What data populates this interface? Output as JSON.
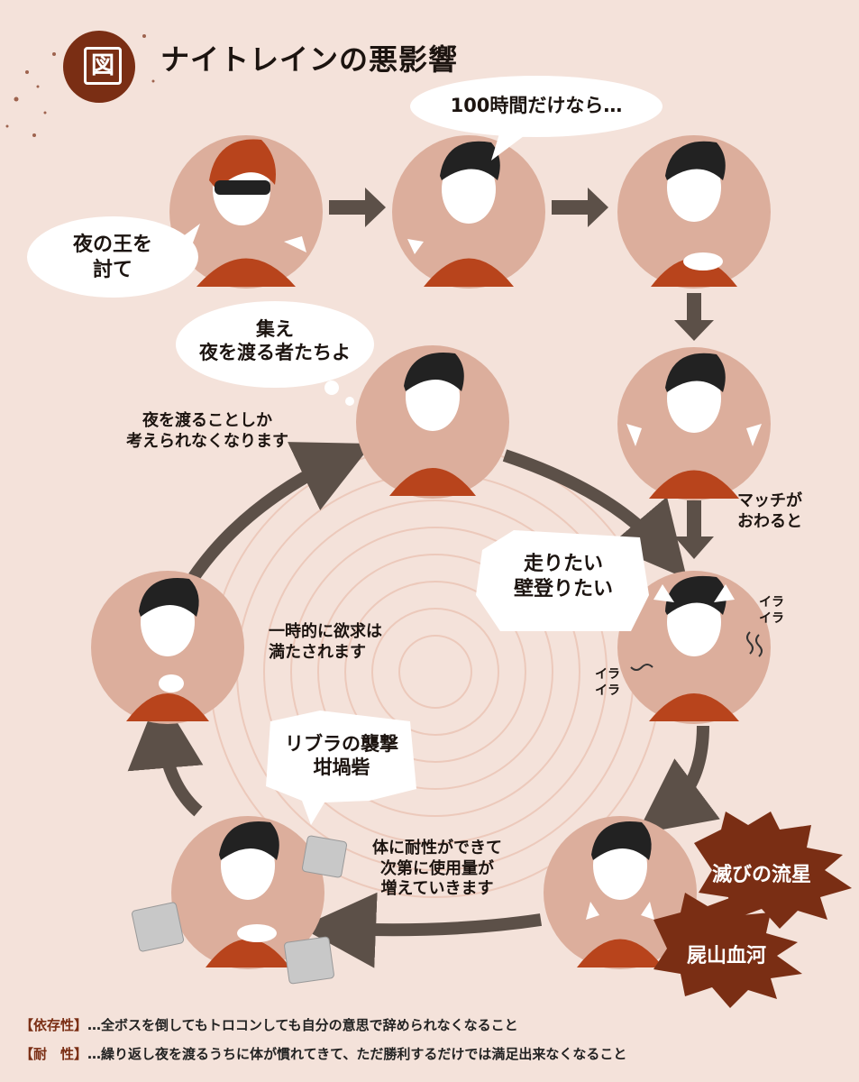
{
  "header": {
    "badge": "図",
    "title": "ナイトレインの悪影響"
  },
  "bubbles": {
    "king": "夜の王を\n討て",
    "hundred_hours": "100時間だけなら…",
    "gather": "集え\n夜を渡る者たちよ",
    "want_run": "走りたい\n壁登りたい",
    "libra": "リブラの襲撃\n坩堝砦"
  },
  "notes": {
    "only_think": "夜を渡ることしか\n考えられなくなります",
    "match_ends": "マッチが\nおわると",
    "satisfied": "一時的に欲求は\n満たされます",
    "tolerance": "体に耐性ができて\n次第に使用量が\n増えていきます",
    "ira1": "イラ\nイラ",
    "ira2": "イラ\nイラ"
  },
  "bursts": {
    "meteor": "滅びの流星",
    "river": "屍山血河"
  },
  "footer": {
    "dependence_key": "【依存性】",
    "dependence_text": "…全ボスを倒してもトロコンしても自分の意思で辞められなくなること",
    "tolerance_key": "【耐　性】",
    "tolerance_text": "…繰り返し夜を渡るうちに体が慣れてきて、ただ勝利するだけでは満足出来なくなること"
  },
  "colors": {
    "background": "#f4e2da",
    "circle": "#dcae9c",
    "shirt": "#b8441c",
    "arrow": "#5c5048",
    "burst": "#7a2e14"
  }
}
